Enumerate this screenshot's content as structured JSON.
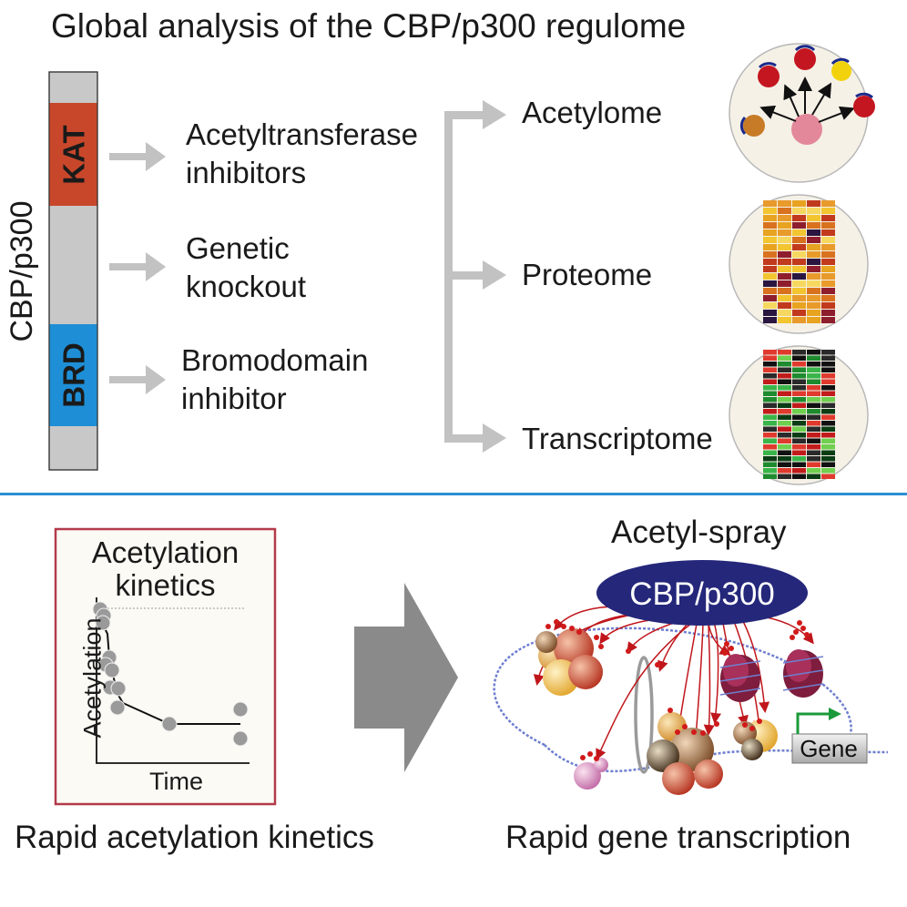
{
  "title": "Global analysis of the CBP/p300 regulome",
  "protein": {
    "label": "CBP/p300",
    "domains": [
      {
        "name": "KAT",
        "color": "#c8472a"
      },
      {
        "name": "BRD",
        "color": "#1e8fd6"
      }
    ],
    "body_color": "#c8c8c8"
  },
  "perturbations": [
    {
      "line1": "Acetyltransferase",
      "line2": "inhibitors"
    },
    {
      "line1": "Genetic",
      "line2": "knockout"
    },
    {
      "line1": "Bromodomain",
      "line2": "inhibitor"
    }
  ],
  "omics": [
    "Acetylome",
    "Proteome",
    "Transcriptome"
  ],
  "kinetics_panel": {
    "title_line1": "Acetylation",
    "title_line2": "kinetics",
    "ylabel": "Acetylation",
    "xlabel": "Time",
    "border_color": "#b33a4a"
  },
  "right_panel": {
    "title": "Acetyl-spray",
    "enzyme": "CBP/p300",
    "gene": "Gene",
    "enzyme_color": "#24277a",
    "arrow_color": "#c0161b"
  },
  "captions": {
    "left": "Rapid acetylation kinetics",
    "right": "Rapid gene transcription"
  }
}
